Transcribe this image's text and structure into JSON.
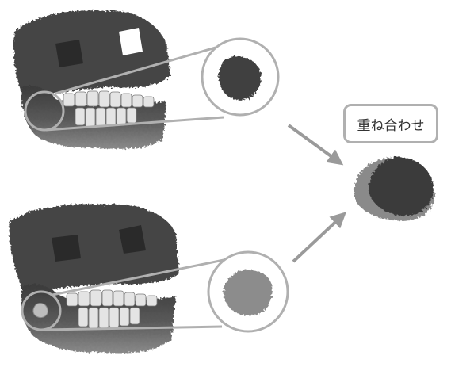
{
  "diagram": {
    "label": "重ね合わせ",
    "colors": {
      "bone_dark": "#3d3d3d",
      "bone_mid": "#6e6e6e",
      "tooth_light": "#e6e6e6",
      "outline_gray": "#b0b0b0",
      "arrow_gray": "#9a9a9a"
    },
    "panels": [
      {
        "name": "top-jaw-model",
        "sample": "dark-bone-fragment"
      },
      {
        "name": "bottom-jaw-model",
        "sample": "light-bone-fragment"
      }
    ],
    "result": "superimposed-fragment"
  }
}
